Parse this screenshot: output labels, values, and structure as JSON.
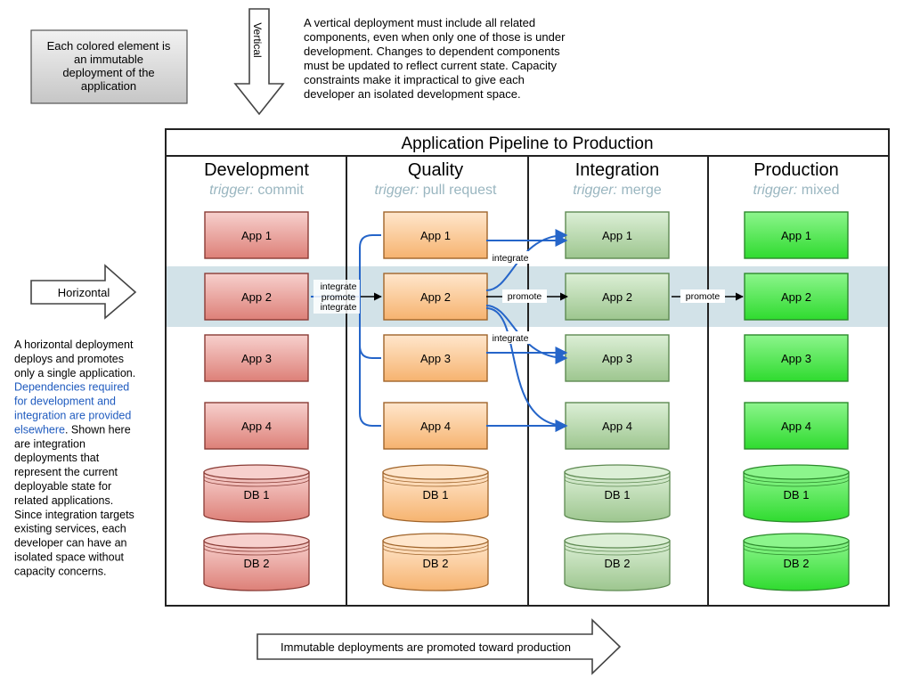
{
  "note_box": "Each colored element is an immutable deployment of the application",
  "vertical_label": "Vertical",
  "vertical_description": [
    "A vertical deployment must include all related",
    "components, even when only one of those is under",
    "development. Changes to dependent components",
    "must be updated to reflect current state. Capacity",
    "constraints make it impractical to give each",
    "developer an isolated development space."
  ],
  "horizontal_label": "Horizontal",
  "horizontal_description": [
    {
      "text": "A horizontal deployment",
      "color": "#000000"
    },
    {
      "text": "deploys and promotes",
      "color": "#000000"
    },
    {
      "text": "only a single application.",
      "color": "#000000"
    },
    {
      "text": "Dependencies required",
      "color": "#1f5bbf"
    },
    {
      "text": "for development and",
      "color": "#1f5bbf"
    },
    {
      "text": "integration are provided",
      "color": "#1f5bbf"
    },
    {
      "segments": [
        {
          "text": "elsewhere",
          "color": "#1f5bbf"
        },
        {
          "text": ". Shown here",
          "color": "#000000"
        }
      ]
    },
    {
      "text": "are integration",
      "color": "#000000"
    },
    {
      "text": "deployments that",
      "color": "#000000"
    },
    {
      "text": "represent the current",
      "color": "#000000"
    },
    {
      "text": "deployable state for",
      "color": "#000000"
    },
    {
      "text": "related applications.",
      "color": "#000000"
    },
    {
      "text": "Since integration targets",
      "color": "#000000"
    },
    {
      "text": "existing services, each",
      "color": "#000000"
    },
    {
      "text": "developer can have an",
      "color": "#000000"
    },
    {
      "text": "isolated space without",
      "color": "#000000"
    },
    {
      "text": "capacity concerns.",
      "color": "#000000"
    }
  ],
  "pipeline_title": "Application Pipeline to Production",
  "stages": [
    {
      "name": "Development",
      "trigger_prefix": "trigger:",
      "trigger": "commit",
      "colors": {
        "top": "#f7d0cd",
        "bottom": "#dd8078",
        "stroke": "#8a3b35"
      }
    },
    {
      "name": "Quality",
      "trigger_prefix": "trigger:",
      "trigger": "pull request",
      "colors": {
        "top": "#ffe6cc",
        "bottom": "#f6b36f",
        "stroke": "#a0642a"
      }
    },
    {
      "name": "Integration",
      "trigger_prefix": "trigger:",
      "trigger": "merge",
      "colors": {
        "top": "#dcefd6",
        "bottom": "#9dc68f",
        "stroke": "#5e8a52"
      }
    },
    {
      "name": "Production",
      "trigger_prefix": "trigger:",
      "trigger": "mixed",
      "colors": {
        "top": "#8cf58c",
        "bottom": "#2fdb2f",
        "stroke": "#2c8a2c"
      }
    }
  ],
  "apps": [
    "App 1",
    "App 2",
    "App 3",
    "App 4"
  ],
  "dbs": [
    "DB 1",
    "DB 2"
  ],
  "arrow_labels": {
    "integrate": "integrate",
    "promote": "promote"
  },
  "bottom_arrow": "Immutable deployments are promoted toward production",
  "colors": {
    "highlight_band": "#d2e2e8",
    "connector_blue": "#2565c9",
    "trigger_gray": "#9ab6c0",
    "note_fill": "#d9d9d9"
  }
}
